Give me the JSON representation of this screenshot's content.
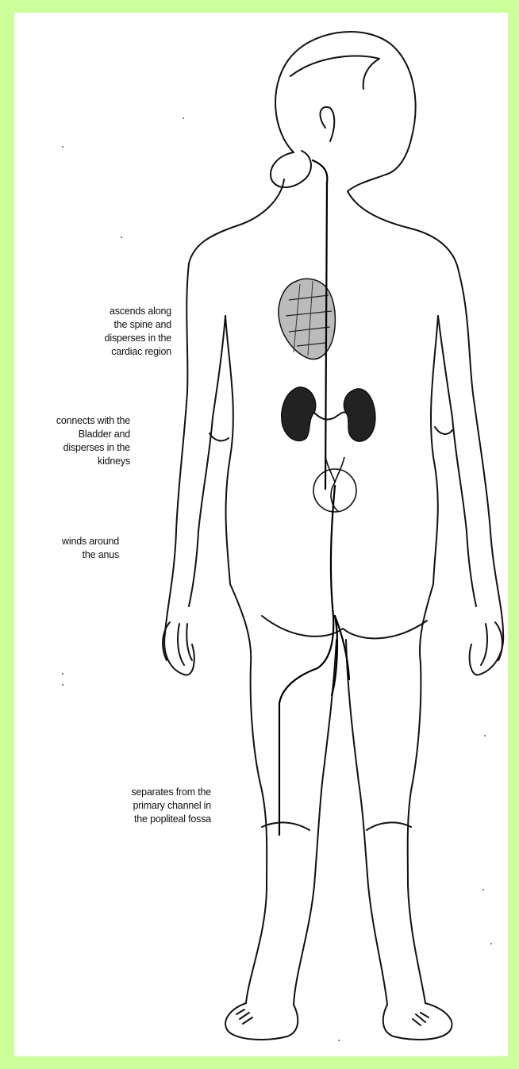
{
  "colors": {
    "border": "#ccff99",
    "background": "#ffffff",
    "ink": "#111111"
  },
  "annotations": [
    {
      "id": "cardiac",
      "text": "ascends along\nthe spine and\ndisperses in the\ncardiac region"
    },
    {
      "id": "kidneys",
      "text": "connects with the\nBladder and\ndisperses in the\nkidneys"
    },
    {
      "id": "anus",
      "text": "winds around\nthe anus"
    },
    {
      "id": "popliteal",
      "text": "separates from the\nprimary channel in\nthe popliteal fossa"
    }
  ]
}
